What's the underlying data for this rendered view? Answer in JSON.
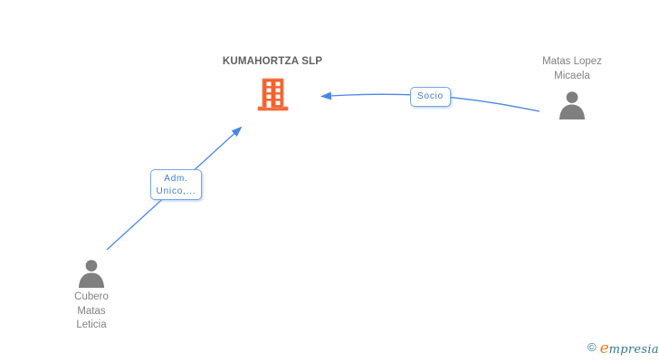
{
  "company": {
    "name": "KUMAHORTZA SLP"
  },
  "persons": [
    {
      "name_lines": [
        "Matas Lopez",
        "Micaela"
      ]
    },
    {
      "name_lines": [
        "Cubero",
        "Matas",
        "Leticia"
      ]
    }
  ],
  "relations": [
    {
      "from": "Matas Lopez Micaela",
      "to": "KUMAHORTZA SLP",
      "label": "Socio"
    },
    {
      "from": "Cubero Matas Leticia",
      "to": "KUMAHORTZA SLP",
      "label_lines": [
        "Adm.",
        "Unico,..."
      ]
    }
  ],
  "watermark": {
    "copyright_symbol": "©",
    "brand_initial": "e",
    "brand_rest": "mpresia"
  },
  "colors": {
    "arrow_blue": "#4a86e8",
    "label_border_blue": "#74a7e8",
    "label_text_blue": "#3a7ad9",
    "building_orange": "#f4612c",
    "building_outline_orange": "#f68d64",
    "person_gray": "#7f7f7f",
    "company_title_gray": "#5f5f5f",
    "person_name_gray": "#828282",
    "logo_teal": "#35798e",
    "logo_orange": "#ef8220",
    "background": "#ffffff"
  }
}
